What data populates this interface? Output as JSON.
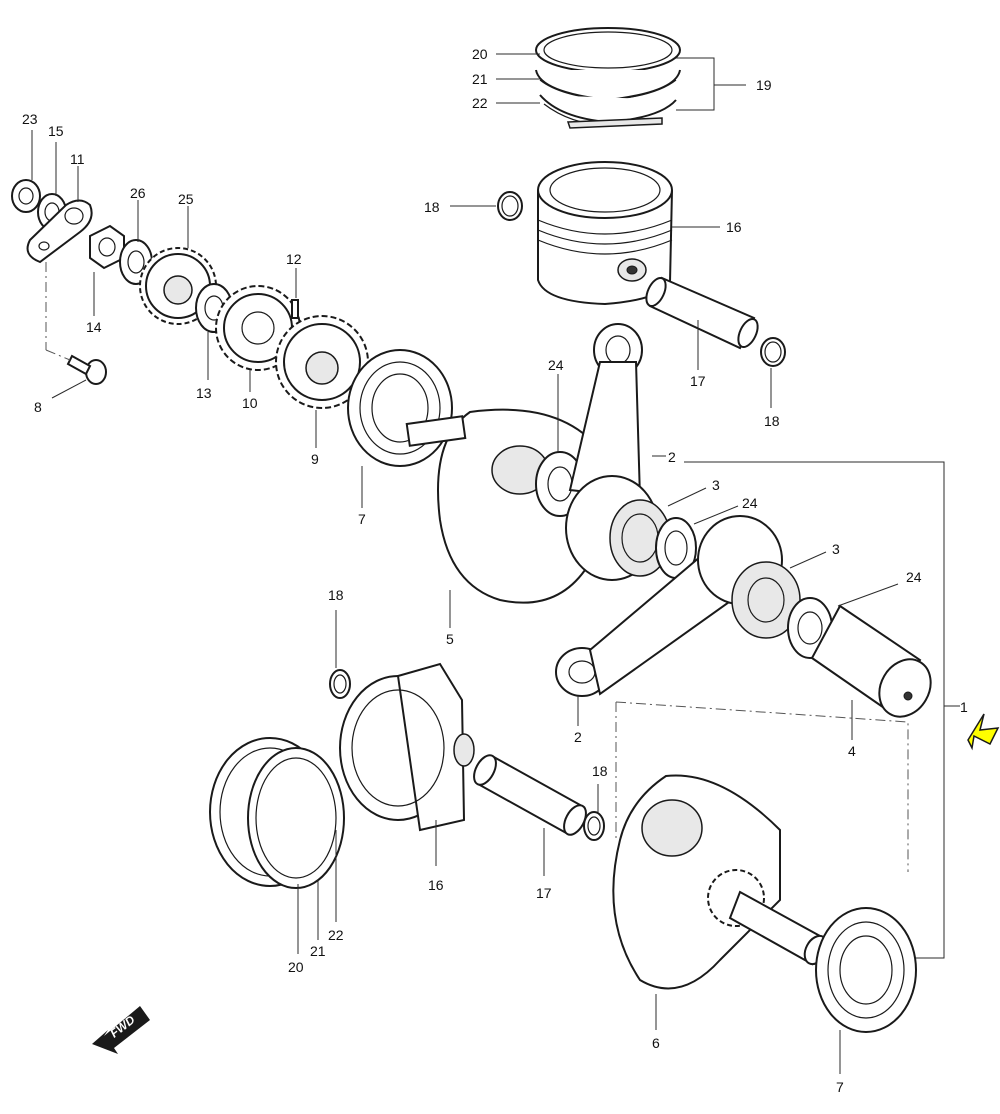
{
  "labels": {
    "l20a": "20",
    "l21a": "21",
    "l22a": "22",
    "l19": "19",
    "l23": "23",
    "l15": "15",
    "l11": "11",
    "l26": "26",
    "l25": "25",
    "l12": "12",
    "l14": "14",
    "l13": "13",
    "l10": "10",
    "l9": "9",
    "l8": "8",
    "l18a": "18",
    "l16a": "16",
    "l17a": "17",
    "l18b": "18",
    "l24a": "24",
    "l2a": "2",
    "l3a": "3",
    "l24b": "24",
    "l3b": "3",
    "l24c": "24",
    "l7a": "7",
    "l5": "5",
    "l18c": "18",
    "l2b": "2",
    "l4": "4",
    "l1": "1",
    "l18d": "18",
    "l16b": "16",
    "l17b": "17",
    "l20b": "20",
    "l21b": "21",
    "l22b": "22",
    "l6": "6",
    "l7b": "7"
  },
  "fwd_label": "FWD",
  "colors": {
    "pointer_arrow": "#ffff00",
    "line": "#1a1a1a"
  }
}
